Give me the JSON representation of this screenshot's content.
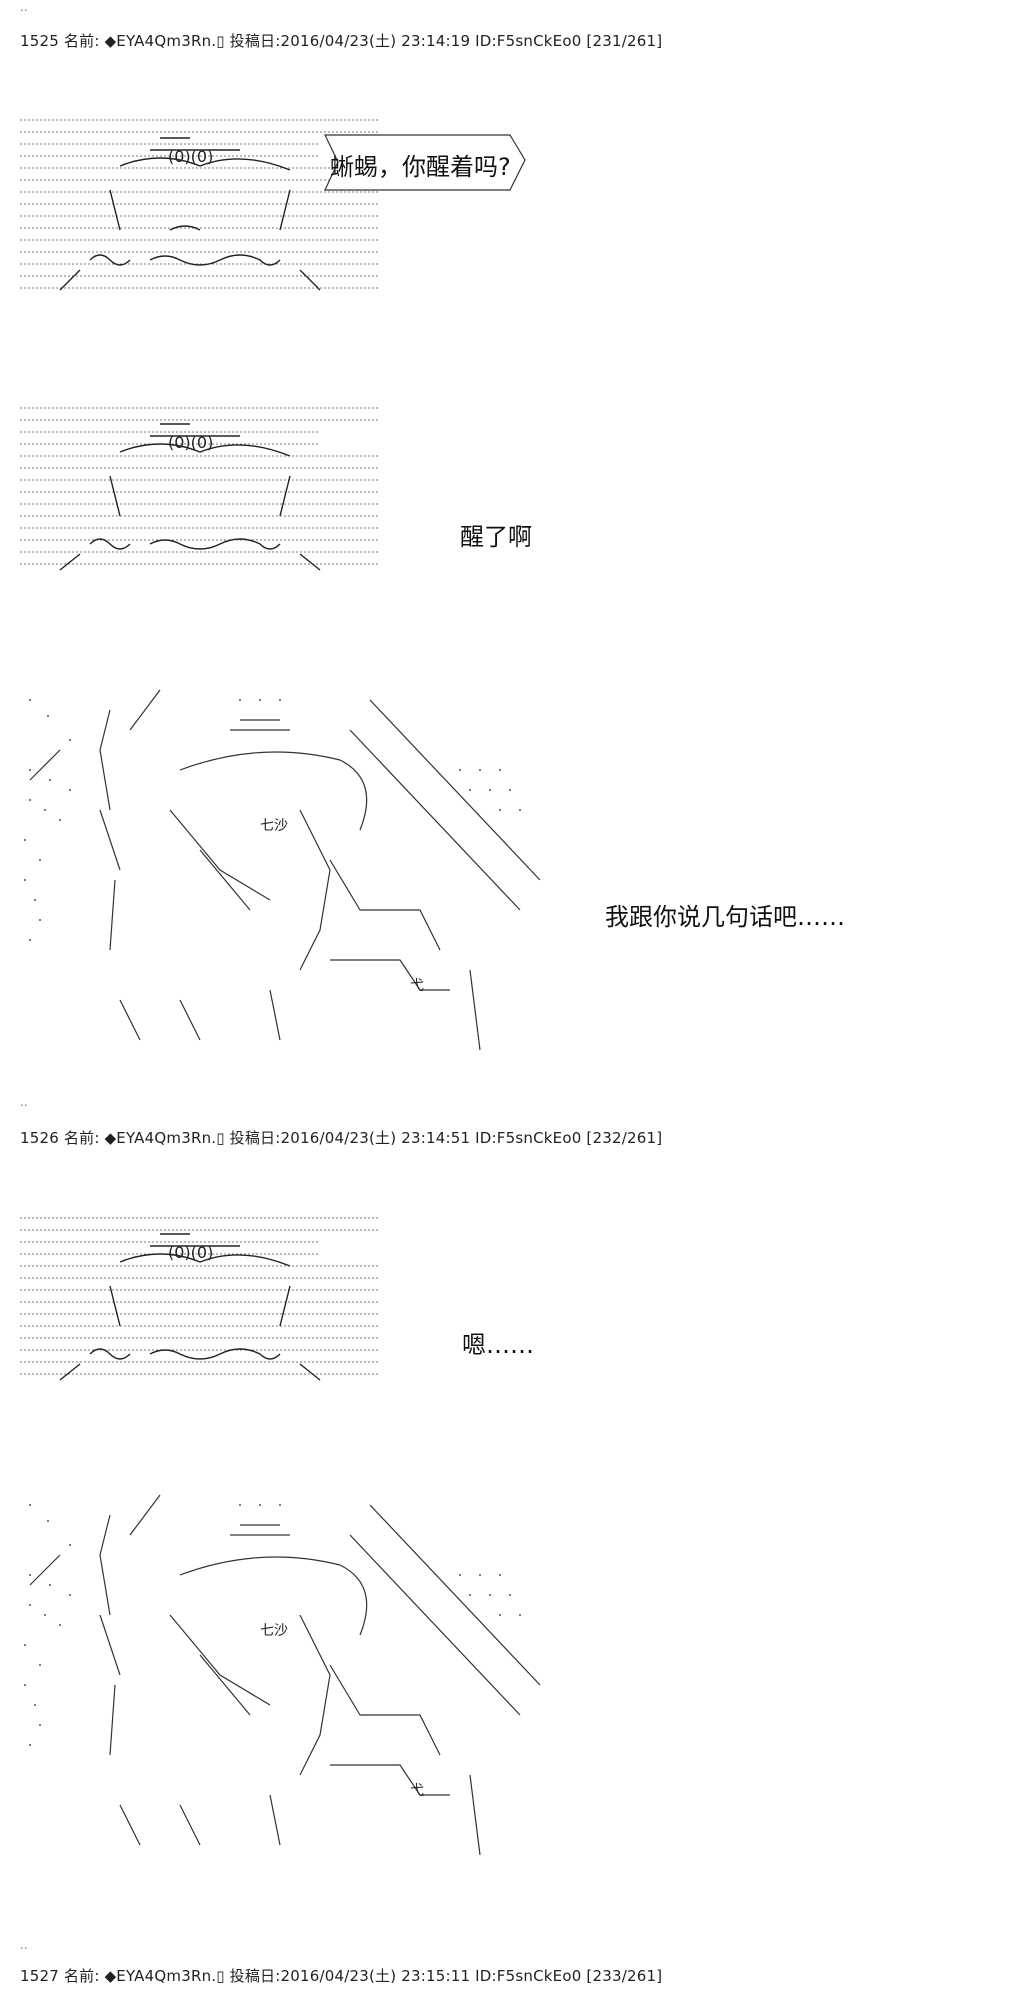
{
  "posts": [
    {
      "number": "1525",
      "header": "1525 名前: ◆EYA4Qm3Rn.▯ 投稿日:2016/04/23(土) 23:14:19 ID:F5snCkEo0 [231/261]"
    },
    {
      "number": "1526",
      "header": "1526 名前: ◆EYA4Qm3Rn.▯ 投稿日:2016/04/23(土) 23:14:51 ID:F5snCkEo0 [232/261]"
    },
    {
      "number": "1527",
      "header": "1527 名前: ◆EYA4Qm3Rn.▯ 投稿日:2016/04/23(土) 23:15:11 ID:F5snCkEo0 [233/261]"
    }
  ],
  "separators": [
    "..",
    "..",
    ".."
  ],
  "dialogue": {
    "line1": "蜥蜴，你醒着吗?",
    "line2": "醒了啊",
    "line3": "我跟你说几句话吧……",
    "line4": "嗯……"
  },
  "art_labels": {
    "lizard_face_1": "(0)(0)",
    "lizard_face_2": "(0)(0)",
    "lizard_face_3": "(0)(0)",
    "kanji_1": "七沙",
    "kanji_2": "七沙",
    "kanji_3": "弋",
    "kanji_4": "弋"
  },
  "colors": {
    "text": "#111111",
    "art": "#444444",
    "background": "#ffffff"
  }
}
